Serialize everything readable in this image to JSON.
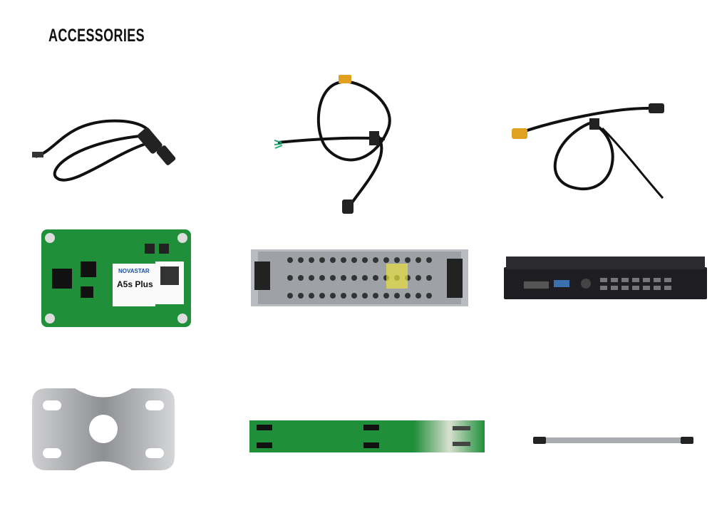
{
  "page": {
    "title": "ACCESSORIES"
  },
  "products": [
    {
      "id": "cable-connector-single"
    },
    {
      "id": "cable-y-splitter-bare-wires"
    },
    {
      "id": "cable-y-splitter-yellow"
    },
    {
      "id": "receiving-card",
      "brand": "NOVASTAR",
      "model": "A5s Plus"
    },
    {
      "id": "power-supply"
    },
    {
      "id": "video-controller"
    },
    {
      "id": "mounting-plate"
    },
    {
      "id": "hub-board"
    },
    {
      "id": "connecting-bar"
    }
  ],
  "colors": {
    "pcb": "#1f8f3a",
    "cable": "#111111",
    "connector_yellow": "#e0a020"
  }
}
